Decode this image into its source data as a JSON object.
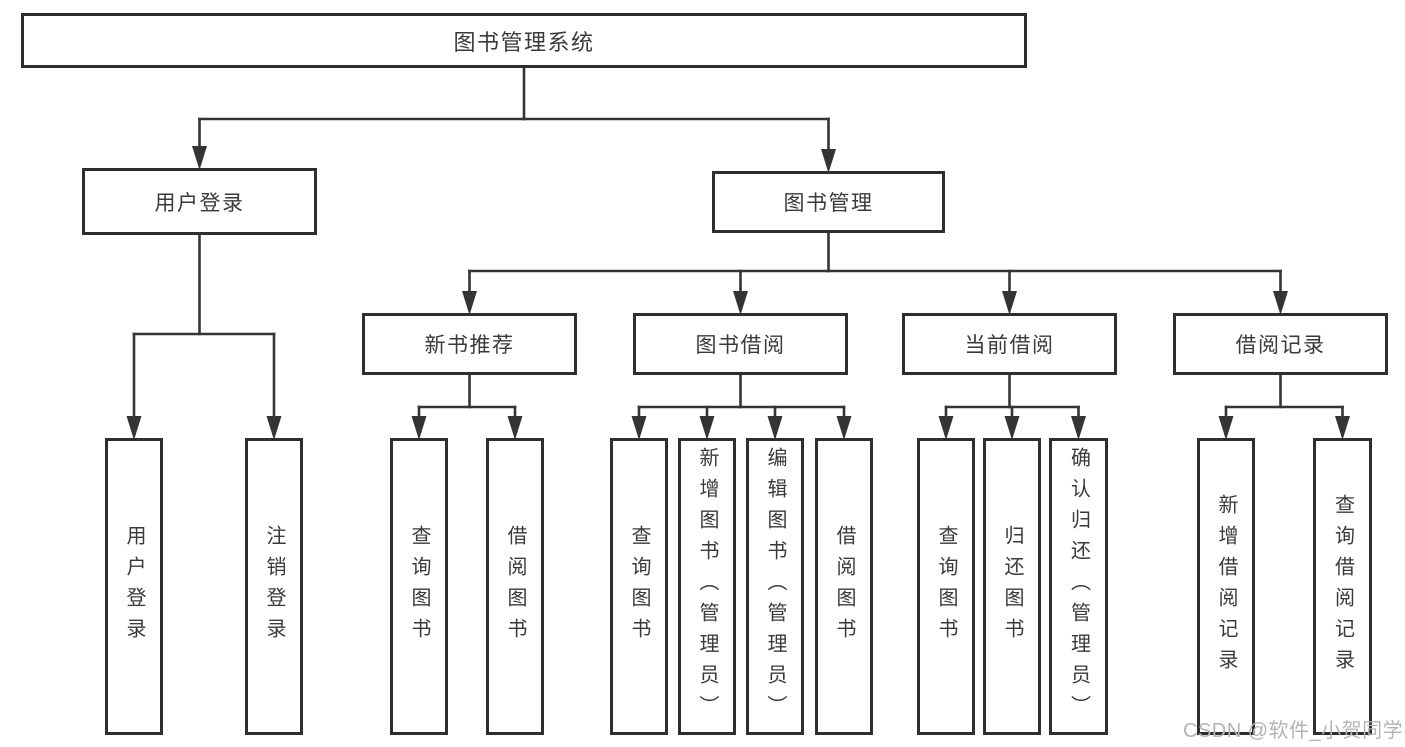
{
  "diagram": {
    "tree": {
      "id": "root",
      "label": "图书管理系统",
      "children": [
        {
          "id": "user-login",
          "label": "用户登录",
          "children": [
            {
              "id": "user-login-op",
              "label": "用户登录",
              "vertical": true
            },
            {
              "id": "logout-op",
              "label": "注销登录",
              "vertical": true
            }
          ]
        },
        {
          "id": "book-management",
          "label": "图书管理",
          "children": [
            {
              "id": "new-book-recommend",
              "label": "新书推荐",
              "children": [
                {
                  "id": "nbr-query-books",
                  "label": "查询图书",
                  "vertical": true
                },
                {
                  "id": "nbr-borrow-books",
                  "label": "借阅图书",
                  "vertical": true
                }
              ]
            },
            {
              "id": "book-borrowing",
              "label": "图书借阅",
              "children": [
                {
                  "id": "bb-query-books",
                  "label": "查询图书",
                  "vertical": true
                },
                {
                  "id": "bb-add-books",
                  "label": "新增图书（管理员）",
                  "vertical": true
                },
                {
                  "id": "bb-edit-books",
                  "label": "编辑图书（管理员）",
                  "vertical": true
                },
                {
                  "id": "bb-borrow-books",
                  "label": "借阅图书",
                  "vertical": true
                }
              ]
            },
            {
              "id": "current-borrowing",
              "label": "当前借阅",
              "children": [
                {
                  "id": "cb-query-books",
                  "label": "查询图书",
                  "vertical": true
                },
                {
                  "id": "cb-return-books",
                  "label": "归还图书",
                  "vertical": true
                },
                {
                  "id": "cb-confirm-return",
                  "label": "确认归还（管理员）",
                  "vertical": true
                }
              ]
            },
            {
              "id": "borrowing-records",
              "label": "借阅记录",
              "children": [
                {
                  "id": "br-add-record",
                  "label": "新增借阅记录",
                  "vertical": true
                },
                {
                  "id": "br-query-record",
                  "label": "查询借阅记录",
                  "vertical": true
                }
              ]
            }
          ]
        }
      ]
    }
  },
  "watermark": {
    "text": "CSDN @软件_小贺同学"
  },
  "colors": {
    "line": "#343434",
    "box_border": "#2e2e2e",
    "box_background": "#ffffff",
    "text": "#3a3a3a",
    "watermark": "#b4b4b4"
  }
}
